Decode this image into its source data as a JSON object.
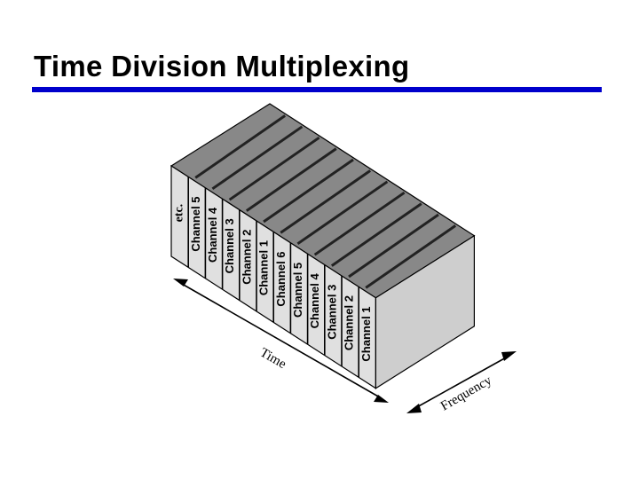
{
  "slide": {
    "title": "Time Division Multiplexing",
    "rule_color": "#0000cc"
  },
  "diagram": {
    "slots": [
      "etc.",
      "Channel 5",
      "Channel 4",
      "Channel 3",
      "Channel 2",
      "Channel 1",
      "Channel 6",
      "Channel 5",
      "Channel 4",
      "Channel 3",
      "Channel 2",
      "Channel 1"
    ],
    "axes": {
      "time": "Time",
      "frequency": "Frequency"
    },
    "colors": {
      "top_face": "#888888",
      "top_divider": "#222222",
      "front_face": "#e0e0e0",
      "side_face": "#cecece",
      "outline": "#000000"
    }
  }
}
